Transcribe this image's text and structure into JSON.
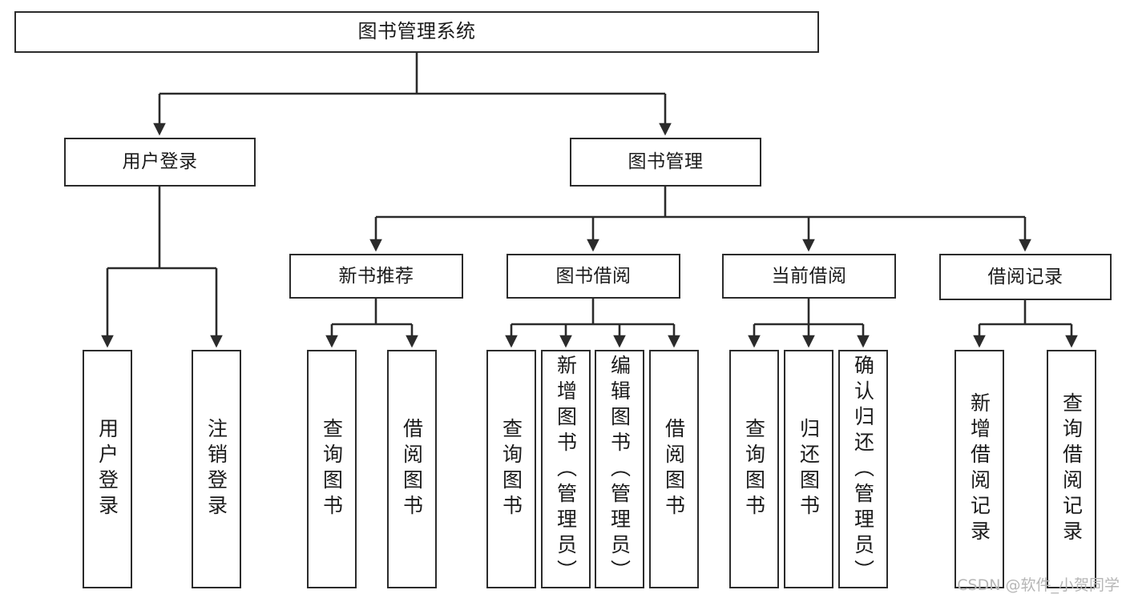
{
  "diagram": {
    "title": "图书管理系统",
    "type": "tree",
    "stroke_color": "#2b2b2b",
    "background_color": "#ffffff",
    "text_color": "#1b1b1b",
    "root": {
      "label": "图书管理系统"
    },
    "level1": [
      {
        "id": "user-login",
        "label": "用户登录"
      },
      {
        "id": "book-manage",
        "label": "图书管理"
      }
    ],
    "level2": [
      {
        "id": "new-book-rec",
        "label": "新书推荐",
        "parent": "book-manage"
      },
      {
        "id": "book-borrow",
        "label": "图书借阅",
        "parent": "book-manage"
      },
      {
        "id": "current-borrow",
        "label": "当前借阅",
        "parent": "book-manage"
      },
      {
        "id": "borrow-record",
        "label": "借阅记录",
        "parent": "book-manage"
      }
    ],
    "leaves": [
      {
        "id": "leaf-user-login",
        "label": "用户登录",
        "parent": "user-login"
      },
      {
        "id": "leaf-user-logout",
        "label": "注销登录",
        "parent": "user-login"
      },
      {
        "id": "leaf-query-book-1",
        "label": "查询图书",
        "parent": "new-book-rec"
      },
      {
        "id": "leaf-borrow-book-1",
        "label": "借阅图书",
        "parent": "new-book-rec"
      },
      {
        "id": "leaf-query-book-2",
        "label": "查询图书",
        "parent": "book-borrow"
      },
      {
        "id": "leaf-add-book",
        "label": "新增图书（管理员）",
        "parent": "book-borrow"
      },
      {
        "id": "leaf-edit-book",
        "label": "编辑图书（管理员）",
        "parent": "book-borrow"
      },
      {
        "id": "leaf-borrow-book-2",
        "label": "借阅图书",
        "parent": "book-borrow"
      },
      {
        "id": "leaf-query-book-3",
        "label": "查询图书",
        "parent": "current-borrow"
      },
      {
        "id": "leaf-return-book",
        "label": "归还图书",
        "parent": "current-borrow"
      },
      {
        "id": "leaf-confirm-return",
        "label": "确认归还（管理员）",
        "parent": "current-borrow"
      },
      {
        "id": "leaf-add-record",
        "label": "新增借阅记录",
        "parent": "borrow-record"
      },
      {
        "id": "leaf-query-record",
        "label": "查询借阅记录",
        "parent": "borrow-record"
      }
    ]
  },
  "watermark": {
    "text": "CSDN @软件_小贺同学"
  }
}
